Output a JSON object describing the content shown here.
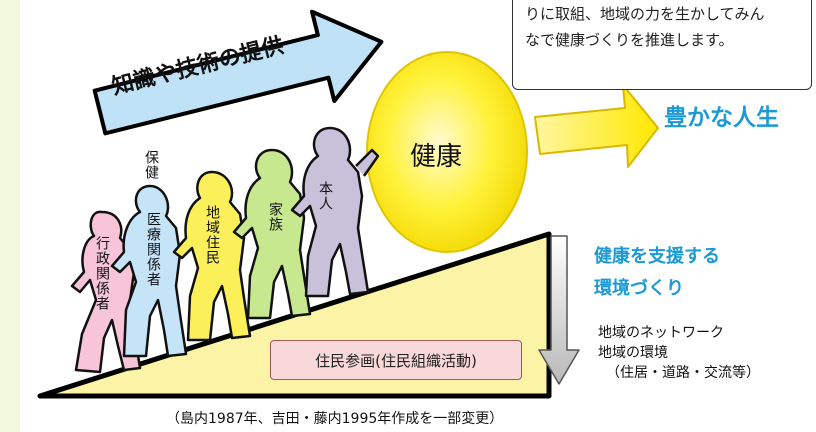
{
  "note_box": {
    "line1": "りに取組、地域の力を生かしてみん",
    "line2": "なで健康づくりを推進します。"
  },
  "arrow_knowledge": {
    "label": "知識や技術の提供"
  },
  "ball": {
    "label": "健康"
  },
  "yutaka": {
    "label": "豊かな人生"
  },
  "env_heading": {
    "line1": "健康を支援する",
    "line2": "環境づくり"
  },
  "env_items": {
    "line1": "地域のネットワーク",
    "line2": "地域の環境",
    "line3": "（住居・道路・交流等）"
  },
  "resident_box": {
    "label": "住民参画(住民組織活動)"
  },
  "people": {
    "p1": "行政関係者",
    "p2a": "保健",
    "p2b": "医療関係者",
    "p3": "地域住民",
    "p4": "家族",
    "p5": "本人"
  },
  "caption": "（島内1987年、吉田・藤内1995年作成を一部変更）",
  "colors": {
    "bg_strip": "#f2f8dd",
    "slope_fill": "#fbf3a6",
    "arrow_blue": "#bfe2f7",
    "ball_yellow": "#ffef1a",
    "arrow_yellow": "#ffef3a",
    "accent_blue": "#1c9ad6",
    "person_pink": "#f8c4d8",
    "person_blue": "#c6e4f7",
    "person_yellow": "#fbef5a",
    "person_green": "#c8e88f",
    "person_lilac": "#c9c1da"
  }
}
